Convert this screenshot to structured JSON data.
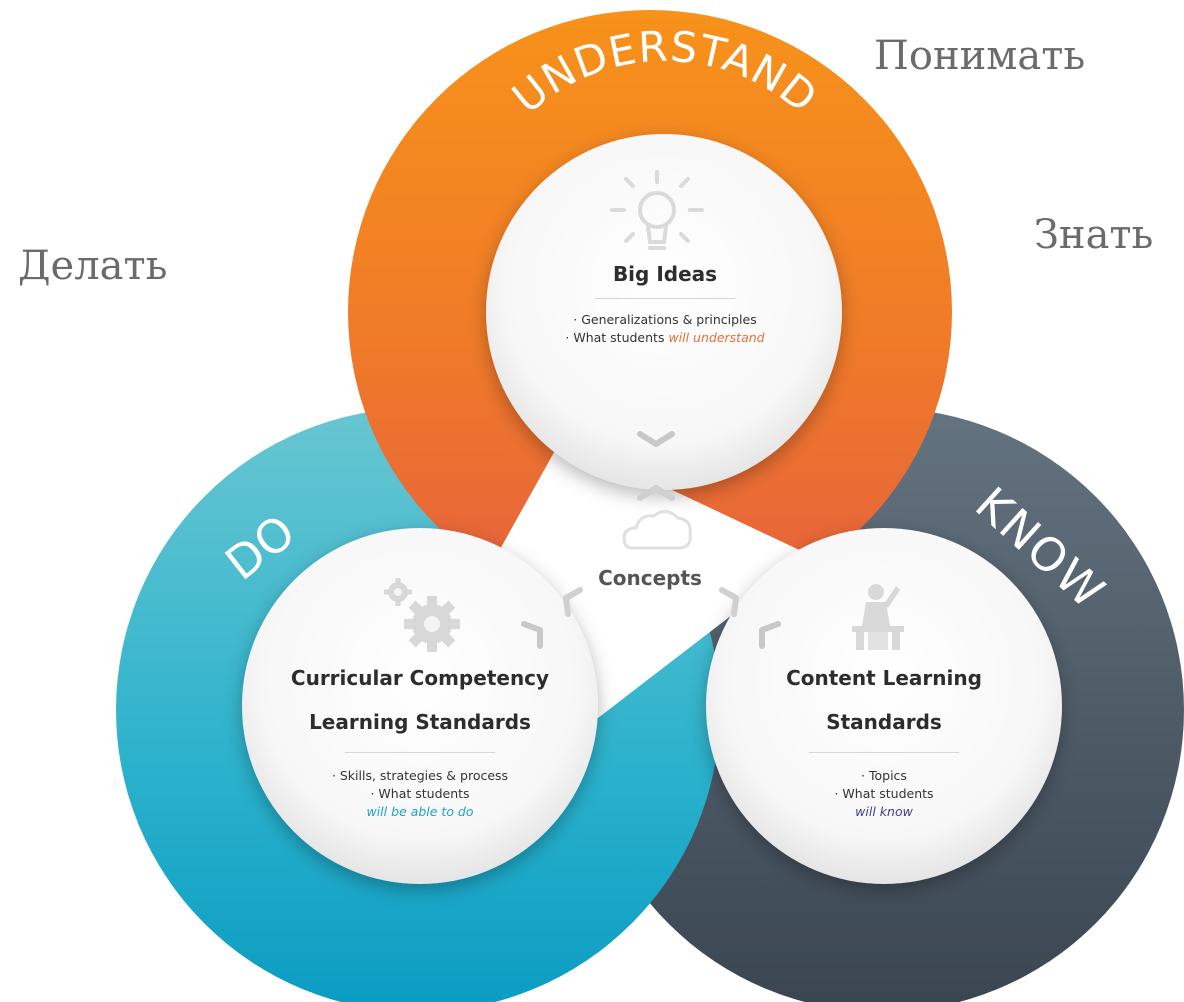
{
  "understand_ring": {
    "label": "UNDERSTAND",
    "translation": "Понимать",
    "color_top": "#f5891c",
    "color_bottom": "#e8663a"
  },
  "do_ring": {
    "label": "DO",
    "translation": "Делать",
    "color_top": "#5ec3d0",
    "color_bottom": "#0f9fc4"
  },
  "know_ring": {
    "label": "KNOW",
    "translation": "Знать",
    "color_top": "#5c6a75",
    "color_bottom": "#3c4752"
  },
  "big_ideas": {
    "icon": "lightbulb-icon",
    "title": "Big Ideas",
    "bullet1": "· Generalizations & principles",
    "bullet2_prefix": "· What students ",
    "bullet2_emphasis": "will understand"
  },
  "curricular_competency": {
    "icon": "gears-icon",
    "title_line1": "Curricular Competency",
    "title_line2": "Learning Standards",
    "bullet1": "· Skills, strategies & process",
    "bullet2": "· What students",
    "bullet2_emphasis": "will be able to do"
  },
  "content_learning": {
    "icon": "teacher-icon",
    "title_line1": "Content Learning",
    "title_line2": "Standards",
    "bullet1": "· Topics",
    "bullet2": "· What students",
    "bullet2_emphasis_prefix": "will ",
    "bullet2_emphasis": "know"
  },
  "concepts": {
    "icon": "cloud-icon",
    "label": "Concepts"
  }
}
